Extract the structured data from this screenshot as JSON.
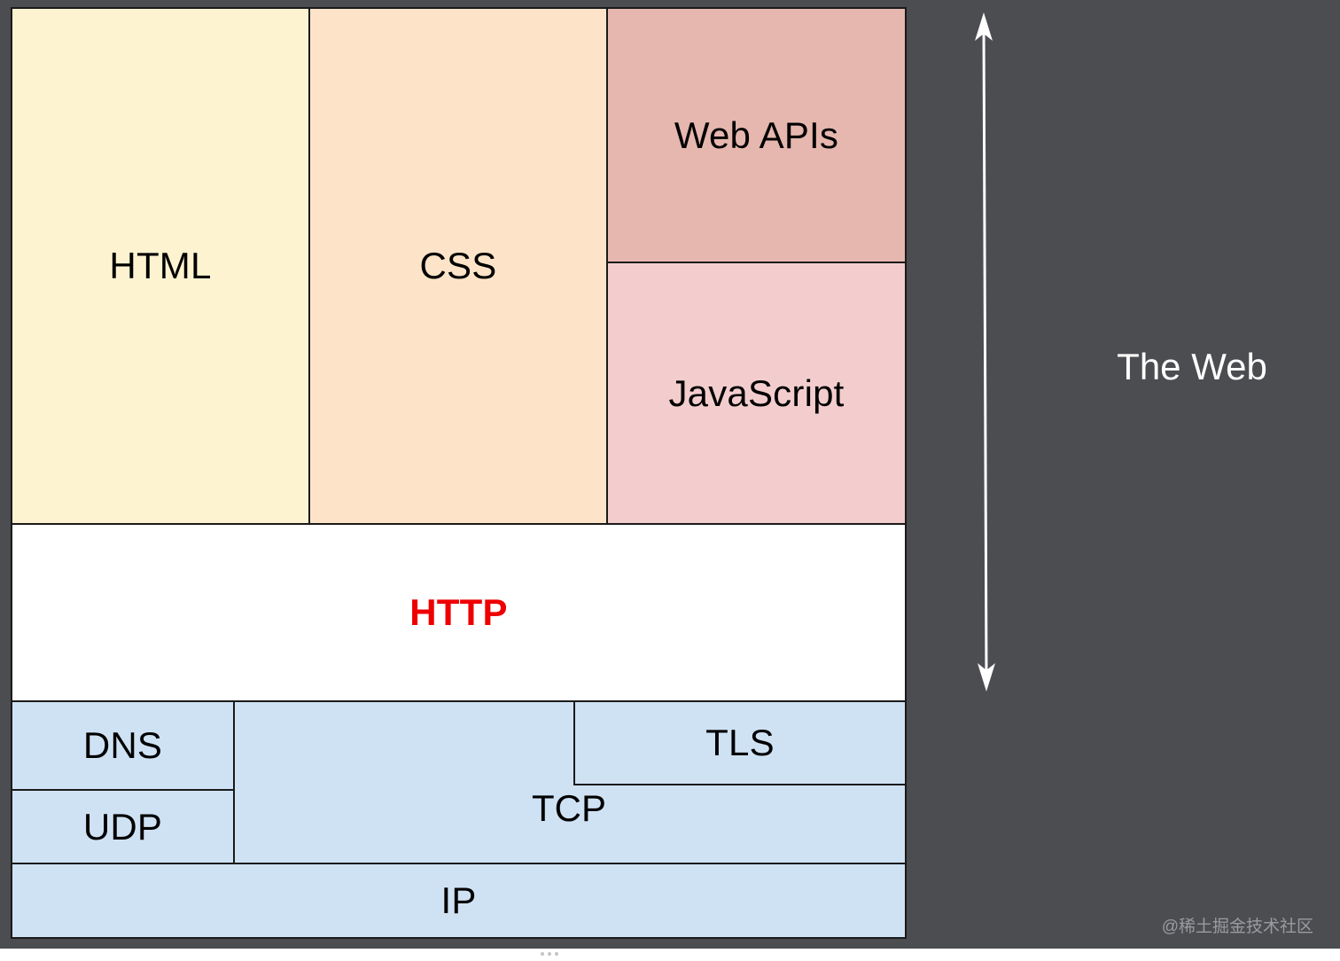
{
  "diagram": {
    "blocks": {
      "html": "HTML",
      "css": "CSS",
      "web_apis": "Web APIs",
      "javascript": "JavaScript",
      "http": "HTTP",
      "dns": "DNS",
      "udp": "UDP",
      "tcp": "TCP",
      "tls": "TLS",
      "ip": "IP"
    },
    "side_label": "The Web",
    "watermark": "@稀土掘金技术社区"
  },
  "colors": {
    "background": "#4c4d51",
    "html": "#fef3d0",
    "css": "#fde4c8",
    "web_apis": "#e6b7ae",
    "javascript": "#f3cdcd",
    "http": "#ffffff",
    "http_text": "#ee0000",
    "network": "#cfe2f4",
    "arrow": "#ffffff"
  }
}
